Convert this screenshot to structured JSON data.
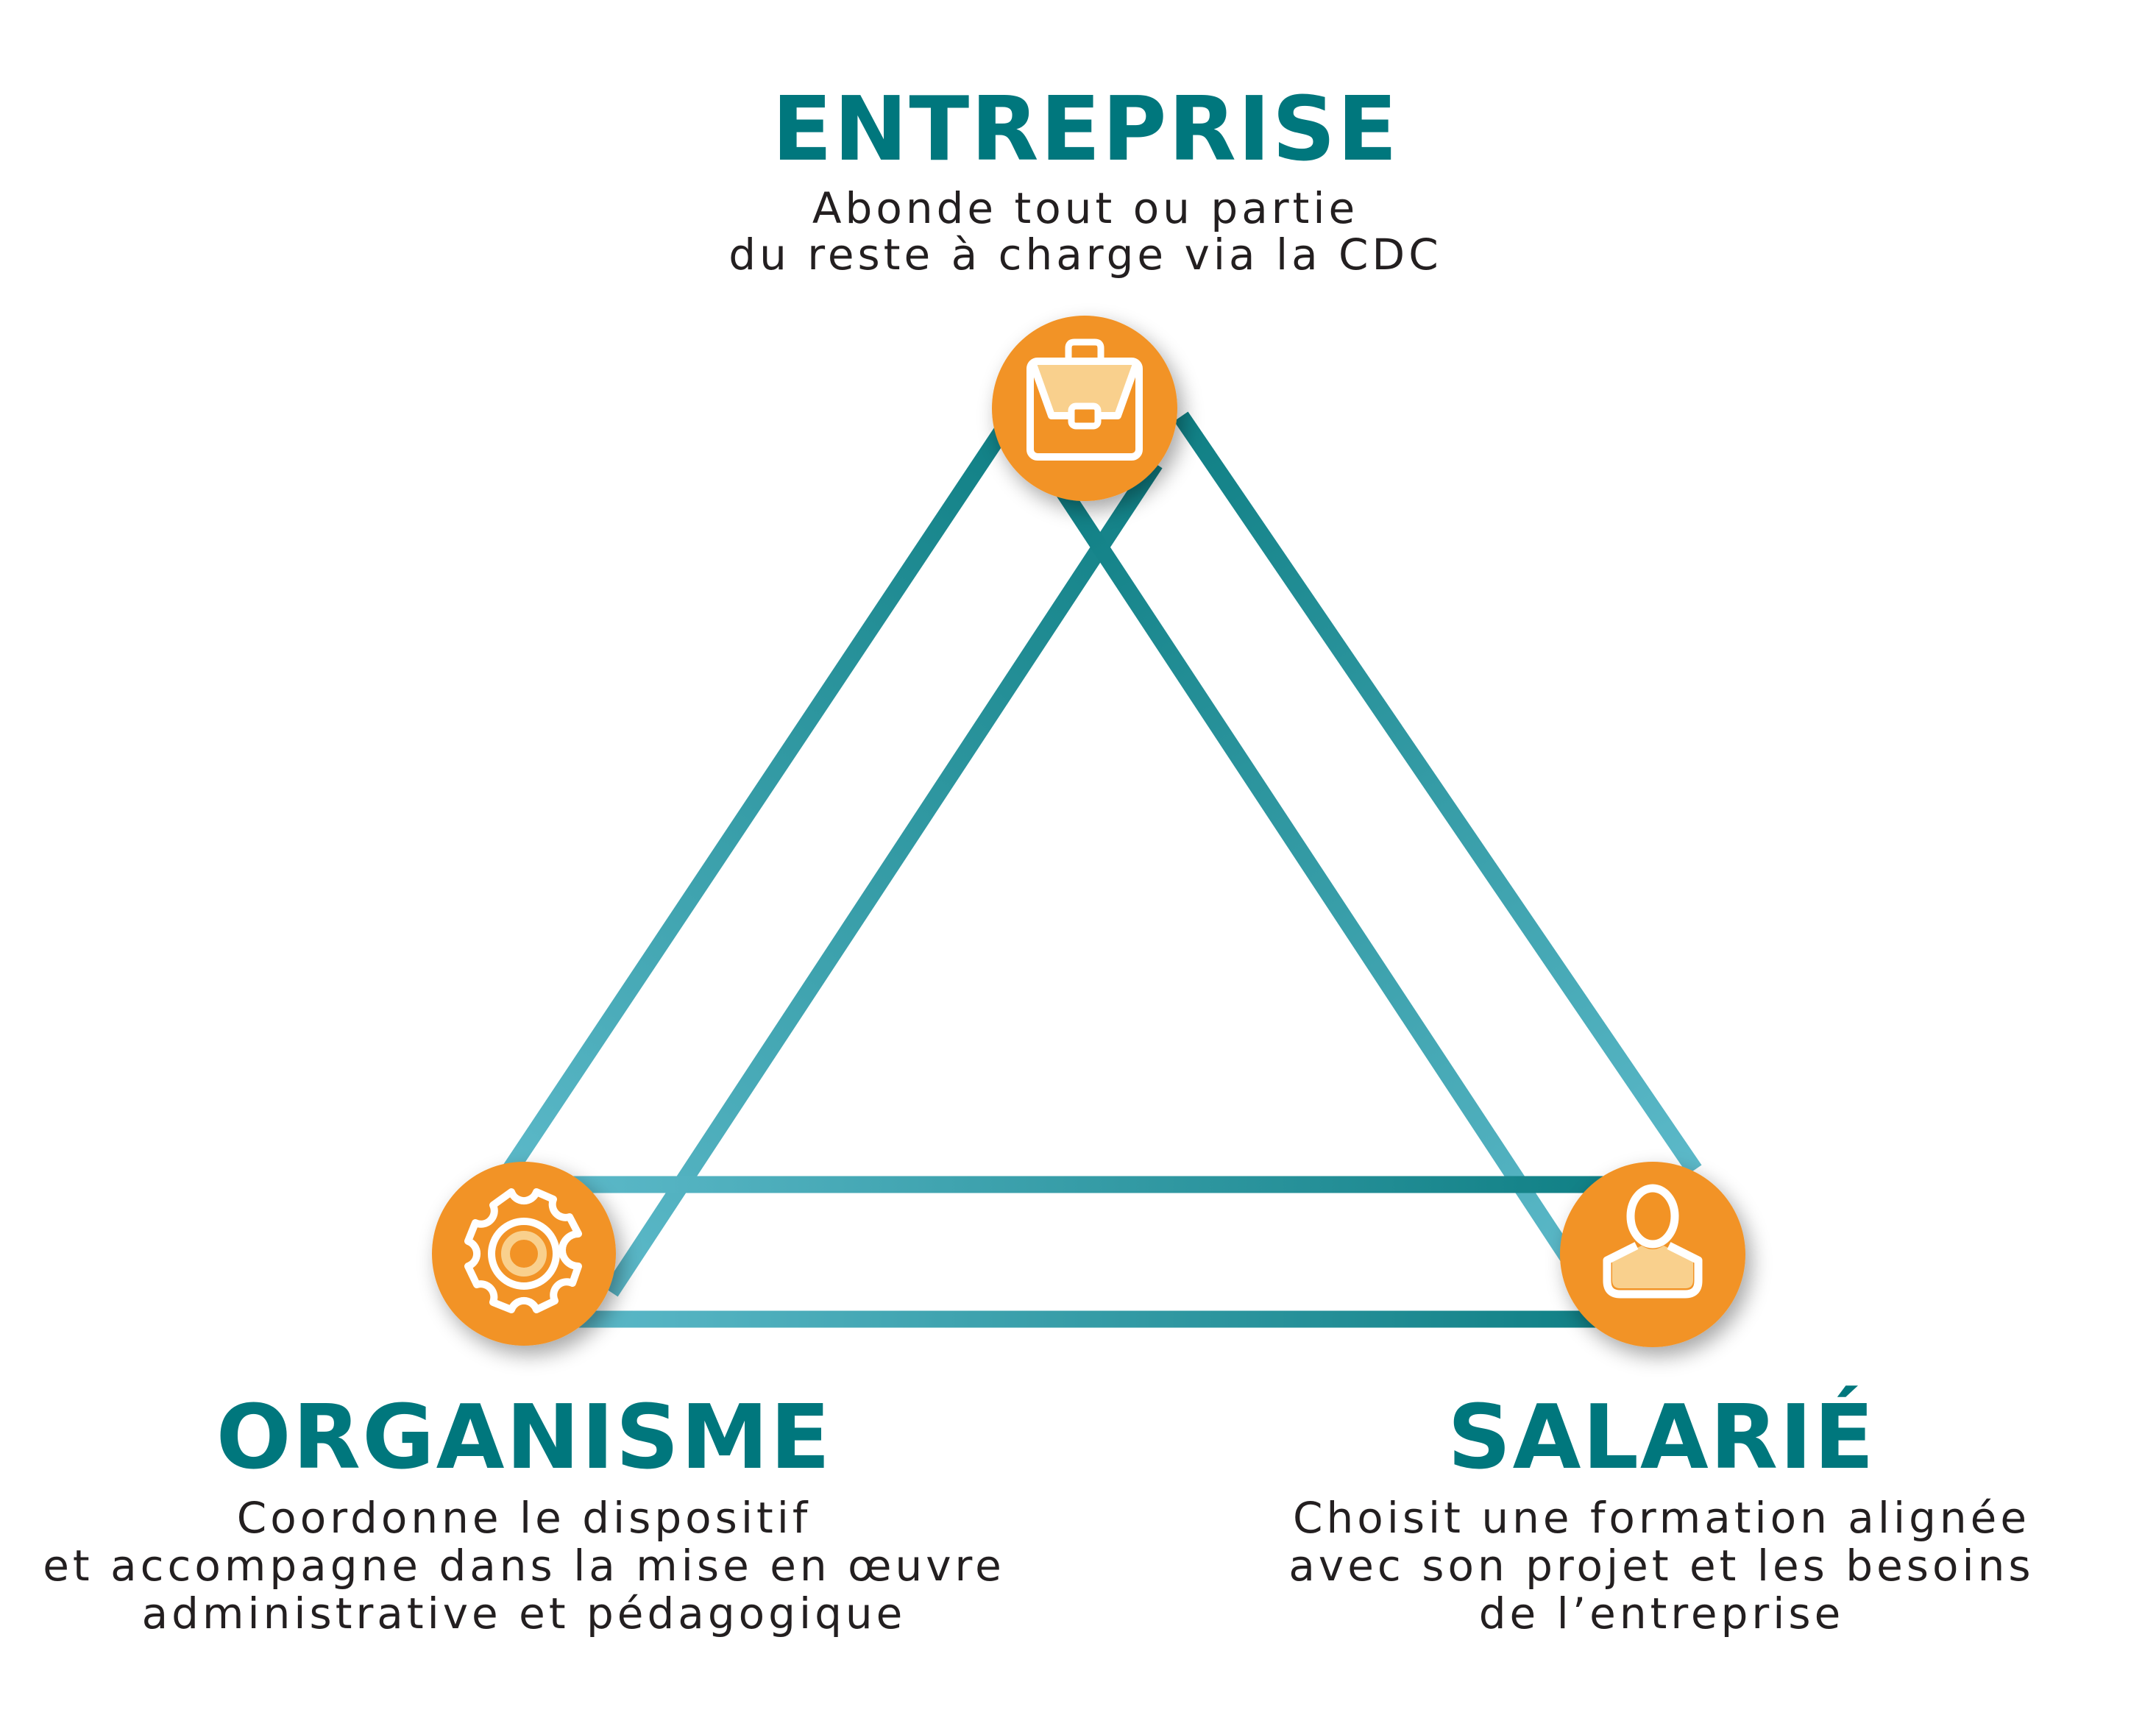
{
  "colors": {
    "title": "#00777D",
    "text": "#231F20",
    "line_dark": "#0F7F84",
    "line_light": "#5CB9C9",
    "circle_fill": "#F29325",
    "icon_stroke": "#FFFFFF",
    "icon_accent": "#F9D08D",
    "background": "#FFFFFF"
  },
  "nodes": {
    "entreprise": {
      "title": "ENTREPRISE",
      "icon": "briefcase-icon",
      "lines": [
        "Abonde tout ou partie",
        "du reste à charge via la CDC"
      ]
    },
    "organisme": {
      "title": "ORGANISME",
      "icon": "gear-icon",
      "lines": [
        "Coordonne le dispositif",
        "et accompagne dans la mise en œuvre",
        "administrative et pédagogique"
      ]
    },
    "salarie": {
      "title": "SALARIÉ",
      "icon": "person-icon",
      "lines": [
        "Choisit une formation alignée",
        "avec son projet et les besoins",
        "de l’entreprise"
      ]
    }
  }
}
